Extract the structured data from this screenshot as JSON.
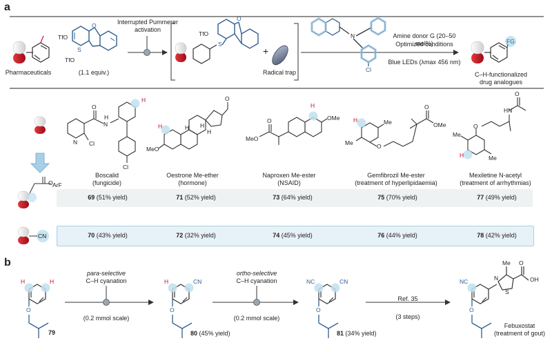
{
  "panel_a": {
    "label": "a",
    "pharmaceuticals": "Pharmaceuticals",
    "reagent_equiv": "(1.1 equiv.)",
    "tfo_top": "TfO",
    "tfo_bottom": "TfO",
    "tfo_bracket": "TfO",
    "s_plus_1": "S",
    "s_plus_2": "S",
    "oxygen_1": "O",
    "oxygen_2": "O",
    "step_label_1": "Interrupted Pummerer",
    "step_label_2": "activation",
    "plus_sign": "+",
    "radical_trap": "Radical trap",
    "conditions_1": "Amine donor G (20–50 mol%)",
    "conditions_2": "Optimized conditions",
    "conditions_3": "Blue LEDs (λmax 456 nm)",
    "cl_label": "Cl",
    "n_label": "N",
    "fg_label": "FG",
    "product_label_1": "C–H-functionalized",
    "product_label_2": "drug analogues"
  },
  "drugs": [
    {
      "name": "Boscalid",
      "class": "(fungicide)"
    },
    {
      "name": "Oestrone Me-ether",
      "class": "(hormone)"
    },
    {
      "name": "Naproxen Me-ester",
      "class": "(NSAID)"
    },
    {
      "name": "Gemfibrozil Me-ester",
      "class": "(treatment of hyperlipidaemia)"
    },
    {
      "name": "Mexiletine N-acetyl",
      "class": "(treatment of arrhythmias)"
    }
  ],
  "structure_labels": {
    "boscalid_h": "H",
    "boscalid_n": "N",
    "boscalid_nh": "N",
    "boscalid_nh_h": "H",
    "boscalid_cl1": "Cl",
    "boscalid_cl2": "Cl",
    "boscalid_o": "O",
    "oestrone_h": "H",
    "oestrone_o": "O",
    "oestrone_meo": "MeO",
    "oestrone_h1": "H",
    "oestrone_h2": "H",
    "oestrone_h3": "H",
    "naproxen_h": "H",
    "naproxen_ome": "OMe",
    "naproxen_meo": "MeO",
    "naproxen_o": "O",
    "gem_h": "H",
    "gem_me1": "Me",
    "gem_me2": "Me",
    "gem_o": "O",
    "gem_o2": "O",
    "gem_ome": "OMe",
    "mex_h": "H",
    "mex_hn": "HN",
    "mex_o": "O",
    "mex_o2": "O",
    "mex_me1": "Me",
    "mex_me2": "Me"
  },
  "rows": [
    {
      "reagent": "ArF",
      "reagent_o": "O",
      "entries": [
        {
          "num": "69",
          "yield": "(51% yield)"
        },
        {
          "num": "71",
          "yield": "(52% yield)"
        },
        {
          "num": "73",
          "yield": "(64% yield)"
        },
        {
          "num": "75",
          "yield": "(70% yield)"
        },
        {
          "num": "77",
          "yield": "(49% yield)"
        }
      ]
    },
    {
      "reagent": "CN",
      "entries": [
        {
          "num": "70",
          "yield": "(43% yield)"
        },
        {
          "num": "72",
          "yield": "(32% yield)"
        },
        {
          "num": "74",
          "yield": "(45% yield)"
        },
        {
          "num": "76",
          "yield": "(44% yield)"
        },
        {
          "num": "78",
          "yield": "(42% yield)"
        }
      ]
    }
  ],
  "panel_b": {
    "label": "b",
    "sm_num": "79",
    "sm_h1": "H",
    "sm_h2": "H",
    "sm_o": "O",
    "step1_1": "para-selective",
    "step1_2": "C–H cyanation",
    "step1_scale": "(0.2 mmol scale)",
    "p80_num": "80",
    "p80_yield": "(45% yield)",
    "p80_h": "H",
    "p80_cn": "CN",
    "p80_o": "O",
    "step2_1": "ortho-selective",
    "step2_2": "C–H cyanation",
    "step2_scale": "(0.2 mmol scale)",
    "p81_num": "81",
    "p81_yield": "(34% yield)",
    "p81_cn1": "NC",
    "p81_cn2": "CN",
    "p81_o": "O",
    "step3_ref": "Ref. 35",
    "step3_steps": "(3 steps)",
    "feb_nc": "NC",
    "feb_o": "O",
    "feb_n": "N",
    "feb_s": "S",
    "feb_oh": "OH",
    "feb_o2": "O",
    "feb_me": "Me",
    "feb_name": "Febuxostat",
    "feb_class": "(treatment of gout)"
  },
  "colors": {
    "blue": "#2e5d8f",
    "light_blue": "#a9cfe6",
    "band_blue": "#e7f1f8",
    "band_gray": "#eef2f3",
    "red": "#c8102e",
    "highlight": "#bfe0ef"
  }
}
